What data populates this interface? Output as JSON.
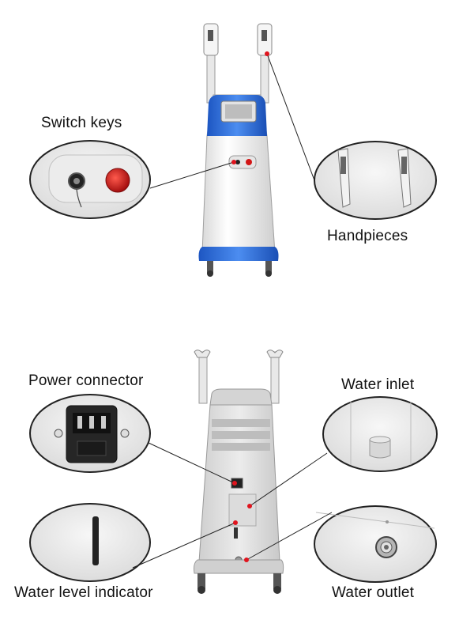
{
  "labels": {
    "switch_keys": "Switch keys",
    "handpieces": "Handpieces",
    "power_connector": "Power connector",
    "water_inlet": "Water inlet",
    "water_level_indicator": "Water level indicator",
    "water_outlet": "Water outlet"
  },
  "colors": {
    "accent_blue": "#2f6fd6",
    "callout_dot": "#e0141e",
    "machine_body": "#f4f4f4",
    "outline": "#555555"
  }
}
